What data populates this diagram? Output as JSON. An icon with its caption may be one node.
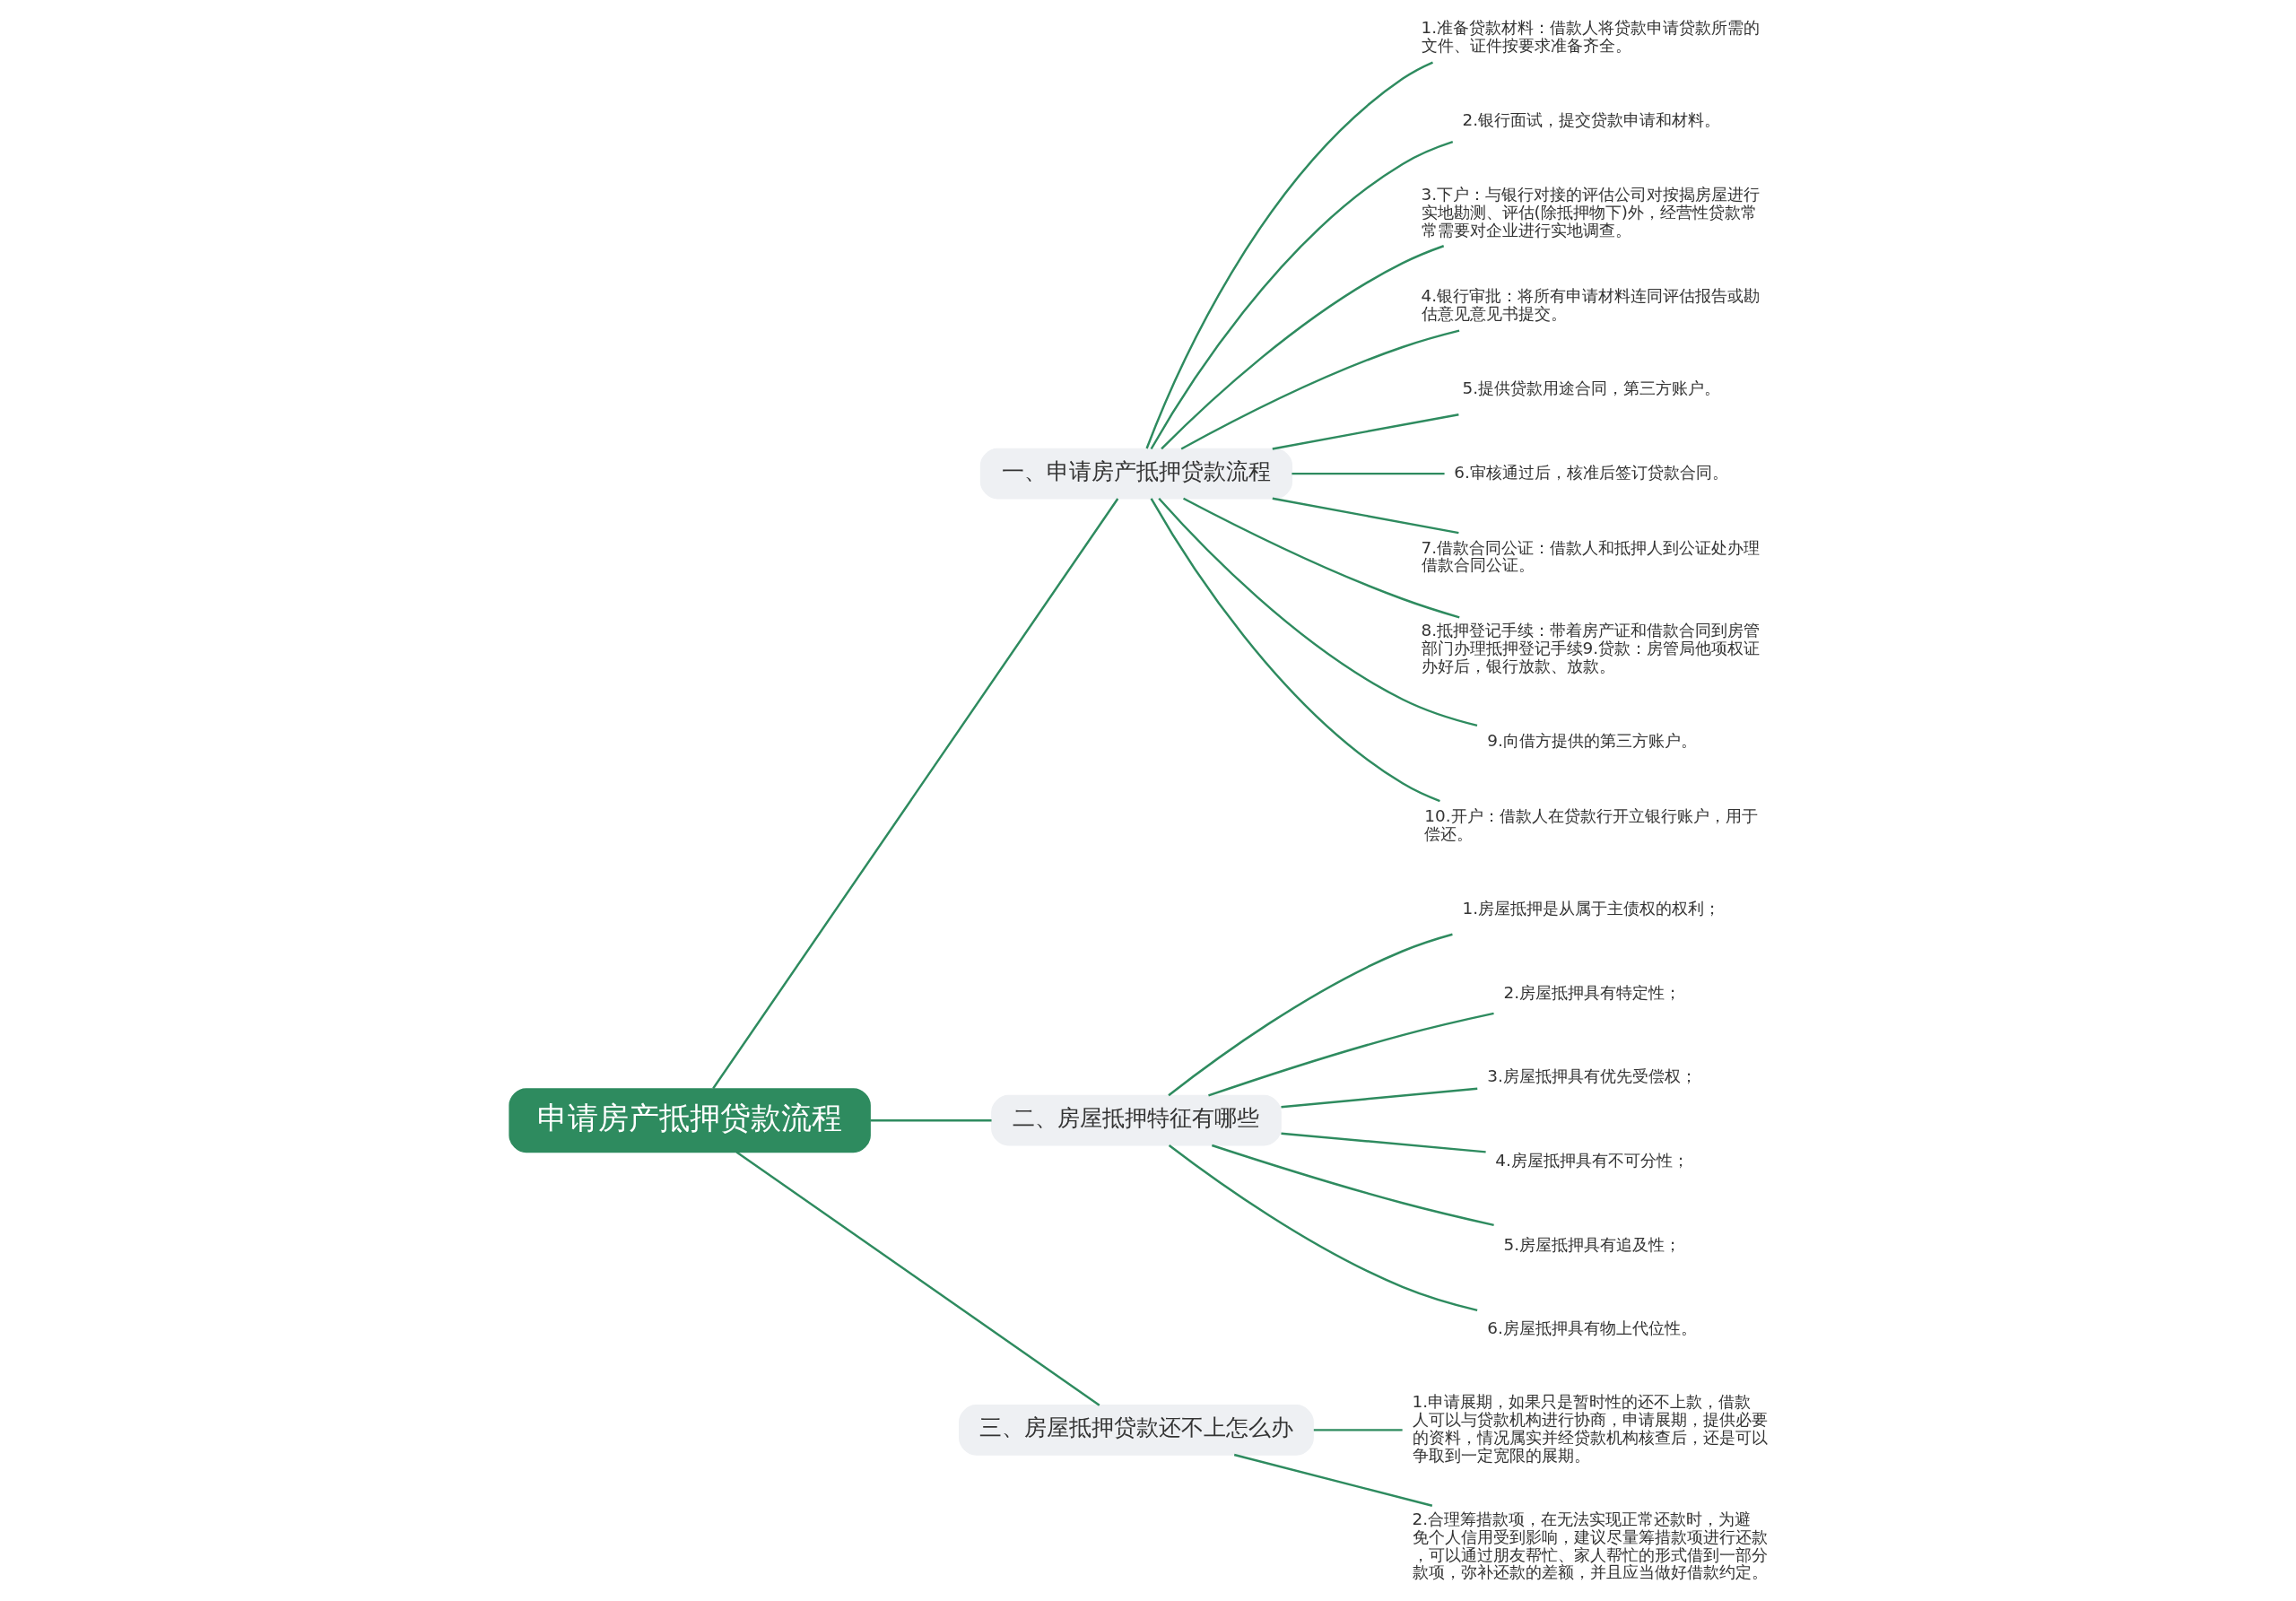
{
  "diagram": {
    "nodes": [
      {
        "text": [
          "申请房产抵押贷款流程"
        ]
      },
      {
        "text": [
          "一、申请房产抵押贷款流程"
        ]
      },
      {
        "text": [
          "1.准备贷款材料：借款人将贷款申请贷款所需的文件、证件按要求准备齐全。"
        ]
      },
      {
        "text": [
          "2.银行面试，提交贷款申请和材料。"
        ]
      },
      {
        "text": [
          "3.下户：与银行对接的评估公司对按揭房屋进行实地勘测、评估(除抵押物下)外，经营性贷款常常需要对企业进行实地调查。"
        ]
      },
      {
        "text": [
          "4.银行审批：将所有申请材料连同评估报告或勘估意见意见书提交。"
        ]
      },
      {
        "text": [
          "5.提供贷款用途合同，第三方账户。"
        ]
      },
      {
        "text": [
          "6.审核通过后，核准后签订贷款合同。"
        ]
      },
      {
        "text": [
          "7.借款合同公证：借款人和抵押人到公证处办理借款合同公证。"
        ]
      },
      {
        "text": [
          "8.抵押登记手续：带着房产证和借款合同到房管部门办理抵押登记手续9.贷款：房管局他项权证办好后，银行放款、放款。"
        ]
      },
      {
        "text": [
          "9.向借方提供的第三方账户。"
        ]
      },
      {
        "text": [
          "10.开户：借款人在贷款行开立银行账户，用于偿还。"
        ]
      },
      {
        "text": [
          "二、房屋抵押特征有哪些"
        ]
      },
      {
        "text": [
          "1.房屋抵押是从属于主债权的权利；"
        ]
      },
      {
        "text": [
          "2.房屋抵押具有特定性；"
        ]
      },
      {
        "text": [
          "3.房屋抵押具有优先受偿权；"
        ]
      },
      {
        "text": [
          "4.房屋抵押具有不可分性；"
        ]
      },
      {
        "text": [
          "5.房屋抵押具有追及性；"
        ]
      },
      {
        "text": [
          "6.房屋抵押具有物上代位性。"
        ]
      },
      {
        "text": [
          "三、房屋抵押贷款还不上怎么办"
        ]
      },
      {
        "text": [
          "1.申请展期，如果只是暂时性的还不上款，借款人可以与贷款机构进行协商，申请展期，提供必要的资料，情况属实并经贷款机构核查后，还是可以争取到一定宽限的展期。"
        ]
      },
      {
        "text": [
          "2.合理筹措款项，在无法实现正常还款时，为避免个人信用受到影响，建议尽量筹措款项进行还款，可以通过朋友帮忙、家人帮忙的形式借到一部分款项，弥补还款的差额，并且应当做好借款约定。"
        ]
      }
    ],
    "edges": [
      {
        "from": 0,
        "to": 1,
        "arrow": "none"
      },
      {
        "from": 1,
        "to": 2,
        "arrow": "none"
      },
      {
        "from": 1,
        "to": 3,
        "arrow": "none"
      },
      {
        "from": 1,
        "to": 4,
        "arrow": "none"
      },
      {
        "from": 1,
        "to": 5,
        "arrow": "none"
      },
      {
        "from": 1,
        "to": 6,
        "arrow": "none"
      },
      {
        "from": 1,
        "to": 7,
        "arrow": "none"
      },
      {
        "from": 1,
        "to": 8,
        "arrow": "none"
      },
      {
        "from": 1,
        "to": 9,
        "arrow": "none"
      },
      {
        "from": 1,
        "to": 10,
        "arrow": "none"
      },
      {
        "from": 1,
        "to": 11,
        "arrow": "none"
      },
      {
        "from": 0,
        "to": 12,
        "arrow": "none"
      },
      {
        "from": 12,
        "to": 13,
        "arrow": "none"
      },
      {
        "from": 12,
        "to": 14,
        "arrow": "none"
      },
      {
        "from": 12,
        "to": 15,
        "arrow": "none"
      },
      {
        "from": 12,
        "to": 16,
        "arrow": "none"
      },
      {
        "from": 12,
        "to": 17,
        "arrow": "none"
      },
      {
        "from": 12,
        "to": 18,
        "arrow": "none"
      },
      {
        "from": 0,
        "to": 19,
        "arrow": "none"
      },
      {
        "from": 19,
        "to": 20,
        "arrow": "none"
      },
      {
        "from": 19,
        "to": 21,
        "arrow": "none"
      }
    ]
  }
}
